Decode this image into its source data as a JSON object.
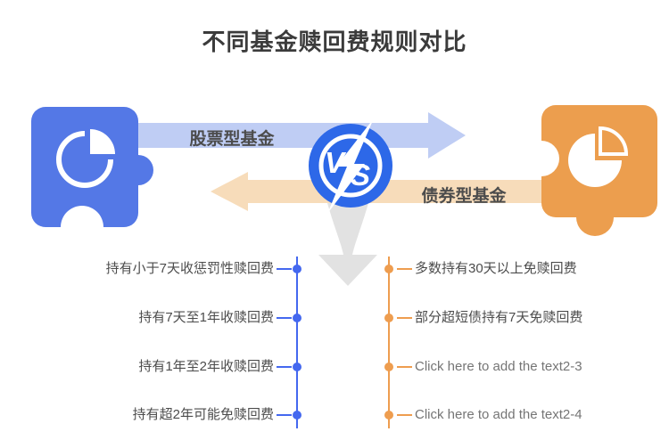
{
  "title": "不同基金赎回费规则对比",
  "colors": {
    "title_text": "#3b3b3b",
    "item_text": "#4c4c4c",
    "placeholder_text": "#757575",
    "stock_blue": "#5478e6",
    "vs_badge_blue": "#2d68e8",
    "stock_arrow_light_blue": "#bfcdf4",
    "bond_orange": "#ec9e4e",
    "bond_arrow_light_orange": "#f7dcba",
    "funnel_gray": "#e2e2e2",
    "timeline_blue": "#4468ef",
    "timeline_orange": "#ee9d4f"
  },
  "hero": {
    "left_arrow_label": "股票型基金",
    "right_arrow_label": "债券型基金",
    "vs_badge": {
      "v": "V",
      "s": "S"
    }
  },
  "timelines": {
    "left": {
      "items": [
        "持有小于7天收惩罚性赎回费",
        "持有7天至1年收赎回费",
        "持有1年至2年收赎回费",
        "持有超2年可能免赎回费"
      ]
    },
    "right": {
      "items": [
        "多数持有30天以上免赎回费",
        "部分超短债持有7天免赎回费",
        "Click here to add the text2-3",
        "Click here to add the text2-4"
      ]
    }
  }
}
